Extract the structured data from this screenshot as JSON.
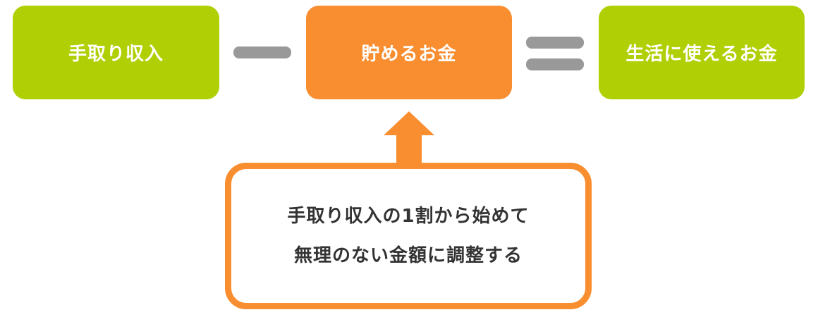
{
  "diagram": {
    "income_label": "手取り収入",
    "operator_minus": "minus",
    "savings_label": "貯めるお金",
    "operator_equals": "equals",
    "living_label": "生活に使えるお金",
    "note_line1": "手取り収入の1割から始めて",
    "note_line2": "無理のない金額に調整する"
  },
  "colors": {
    "green": "#b1cf05",
    "orange": "#f98e31",
    "gray": "#999999",
    "text_dark": "#333333"
  },
  "icons": {
    "arrow": "up-arrow-icon",
    "minus": "minus-icon",
    "equals": "equals-icon"
  }
}
